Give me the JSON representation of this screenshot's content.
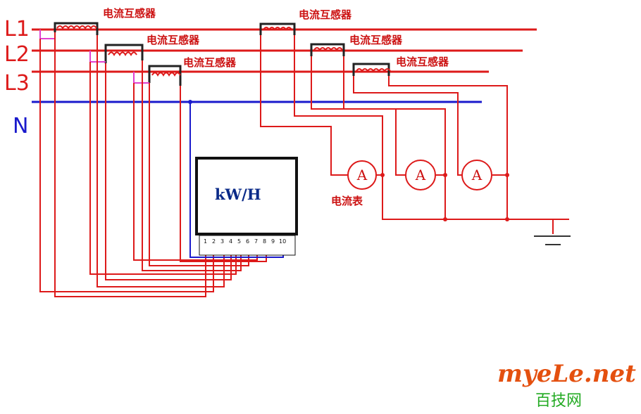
{
  "lines": {
    "l1": "L1",
    "l2": "L2",
    "l3": "L3",
    "n": "N"
  },
  "ct_label": "电流互感器",
  "meter": {
    "title": "kW/H",
    "terminals": [
      "1",
      "2",
      "3",
      "4",
      "5",
      "6",
      "7",
      "8",
      "9",
      "10"
    ]
  },
  "ammeter_symbol": "A",
  "ammeter_label": "电流表",
  "watermark": {
    "line1": "myeLe.net",
    "line2": "百技网"
  },
  "colors": {
    "phase": "#dd1a1a",
    "neutral": "#1a1acc",
    "jumper": "#e040d0",
    "ground": "#333333",
    "watermark_top": "#e4500f",
    "watermark_bottom": "#22aa22"
  }
}
